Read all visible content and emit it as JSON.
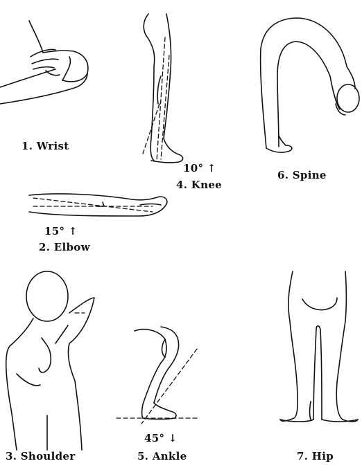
{
  "figures": [
    {
      "key": "wrist",
      "label": "1. Wrist",
      "angle": ""
    },
    {
      "key": "elbow",
      "label": "2. Elbow",
      "angle": "15° ↑"
    },
    {
      "key": "shoulder",
      "label": "3. Shoulder",
      "angle": ""
    },
    {
      "key": "knee",
      "label": "4. Knee",
      "angle": "10° ↑"
    },
    {
      "key": "ankle",
      "label": "5. Ankle",
      "angle": "45° ↓"
    },
    {
      "key": "spine",
      "label": "6. Spine",
      "angle": ""
    },
    {
      "key": "hip",
      "label": "7. Hip",
      "angle": ""
    }
  ]
}
